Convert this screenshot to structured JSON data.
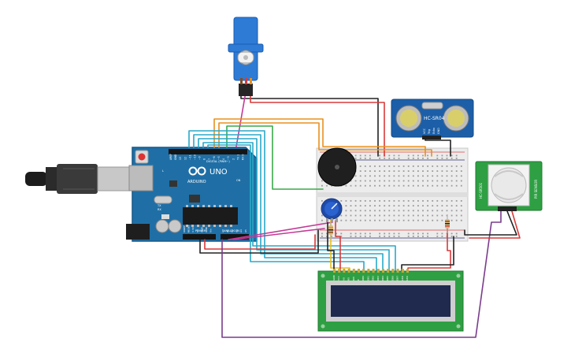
{
  "arduino": {
    "brand": "ARDUINO",
    "model": "UNO",
    "digital_header_label": "DIGITAL (PWM~)",
    "power_label": "POWER",
    "analog_label": "ANALOG IN",
    "digital_pins": [
      "AREF",
      "GND",
      "13",
      "12",
      "~11",
      "~10",
      "~9",
      "8",
      "7",
      "~6",
      "~5",
      "4",
      "~3",
      "2",
      "TX 1",
      "RX 0"
    ],
    "power_pins": [
      "IOREF",
      "RESET",
      "3.3V",
      "5V",
      "GND",
      "GND",
      "Vin"
    ],
    "analog_pins": [
      "A0",
      "A1",
      "A2",
      "A3",
      "A4",
      "A5"
    ],
    "tx_label": "TX",
    "rx_label": "RX",
    "on_label": "ON",
    "led_l_label": "L"
  },
  "ultrasonic": {
    "model": "HC-SR04",
    "pins": [
      "VCC",
      "Trig",
      "Echo",
      "GND"
    ]
  },
  "pir": {
    "left_label": "HC-SR501",
    "right_label": "PIR SENSOR"
  },
  "lcd": {
    "pin_labels": [
      "GND",
      "VCC",
      "V0",
      "RS",
      "RW",
      "E",
      "DB0",
      "DB1",
      "DB2",
      "DB3",
      "DB4",
      "DB5",
      "DB6",
      "DB7",
      "LED",
      "LED"
    ]
  },
  "colors": {
    "arduino_board": "#1f6fa6",
    "breadboard": "#ececec",
    "lcd_pcb": "#2ea043",
    "lcd_screen": "#1f2a4e",
    "ultrasonic_pcb": "#1c5fa8",
    "pir_pcb": "#2ea043",
    "servo_body": "#2e7bd6",
    "wire_orange": "#e8901f",
    "wire_cyan": "#29a9c8",
    "wire_green": "#3aa84a",
    "wire_red": "#d83a3a",
    "wire_black": "#222222",
    "wire_purple": "#7a3c8c",
    "wire_magenta": "#c23a96",
    "wire_yellow": "#e6c020"
  }
}
